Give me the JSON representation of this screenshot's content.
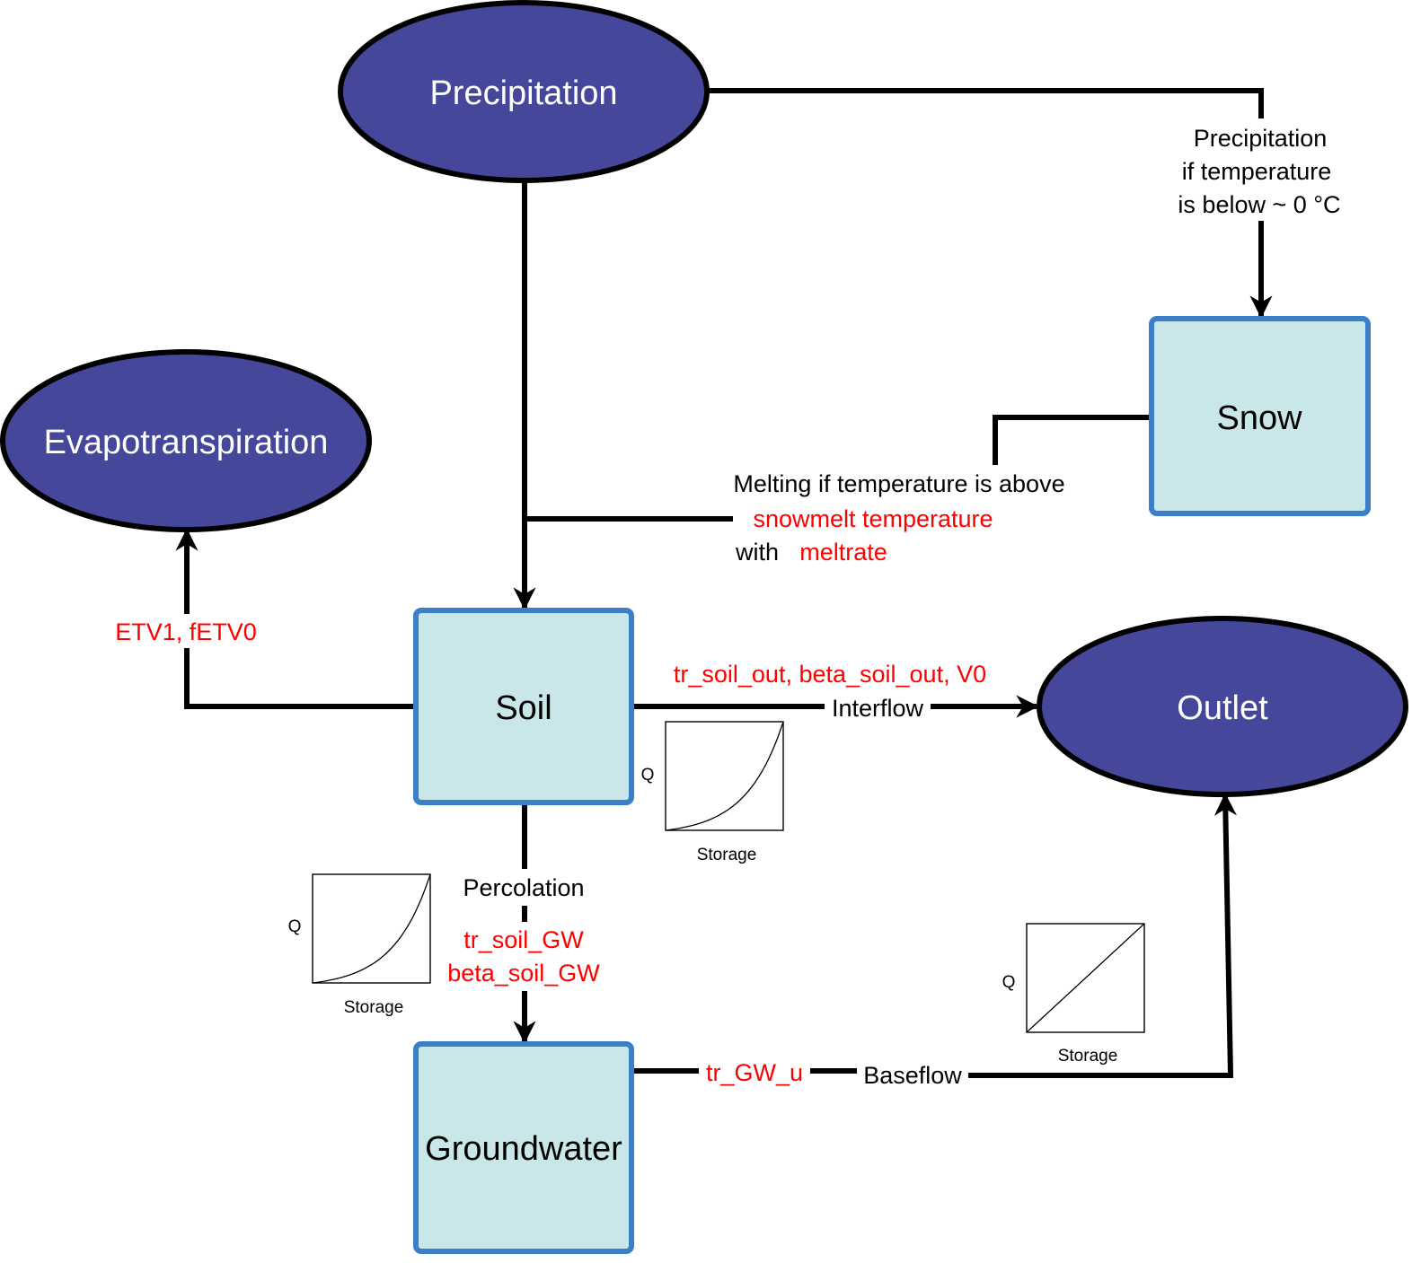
{
  "nodes": {
    "precipitation": "Precipitation",
    "evapotranspiration": "Evapotranspiration",
    "snow": "Snow",
    "soil": "Soil",
    "groundwater": "Groundwater",
    "outlet": "Outlet"
  },
  "flows": {
    "precip_to_snow": [
      "Precipitation",
      "if temperature",
      "is below ~ 0 °C"
    ],
    "snowmelt": {
      "line1": "Melting if  temperature is above",
      "param1": "snowmelt temperature",
      "line3_prefix": "with ",
      "param2": "meltrate"
    },
    "evapotranspiration_params": "ETV1, fETV0",
    "interflow": {
      "label": "Interflow",
      "params": "tr_soil_out, beta_soil_out, V0"
    },
    "percolation": {
      "label": "Percolation",
      "params": [
        "tr_soil_GW",
        "beta_soil_GW"
      ]
    },
    "baseflow": {
      "label": "Baseflow",
      "params": "tr_GW_u"
    }
  },
  "mini_charts": [
    {
      "id": "interflow-curve",
      "type": "exponential",
      "ylabel": "Q",
      "xlabel": "Storage"
    },
    {
      "id": "percolation-curve",
      "type": "exponential",
      "ylabel": "Q",
      "xlabel": "Storage"
    },
    {
      "id": "baseflow-curve",
      "type": "linear",
      "ylabel": "Q",
      "xlabel": "Storage"
    }
  ],
  "colors": {
    "ellipse_fill": "#45479a",
    "box_fill": "#c9e6e8",
    "box_border": "#3a7fc8",
    "parameter_text": "#ff0000"
  }
}
